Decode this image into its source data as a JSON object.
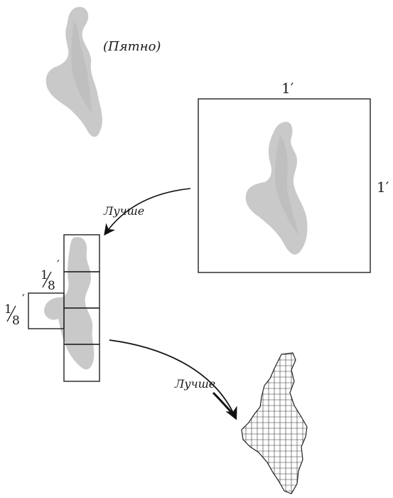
{
  "labels": {
    "blot": "(Пятно)",
    "side_top": "1′",
    "side_right": "1′",
    "better_1": "Лучше",
    "better_2": "Лучше",
    "eighth_top_num": "1",
    "eighth_top_den": "8",
    "eighth_top_prime": "′",
    "eighth_left_num": "1",
    "eighth_left_den": "8",
    "eighth_left_prime": "′"
  },
  "colors": {
    "blot": "#c9c9c9",
    "lines": "#222222"
  }
}
